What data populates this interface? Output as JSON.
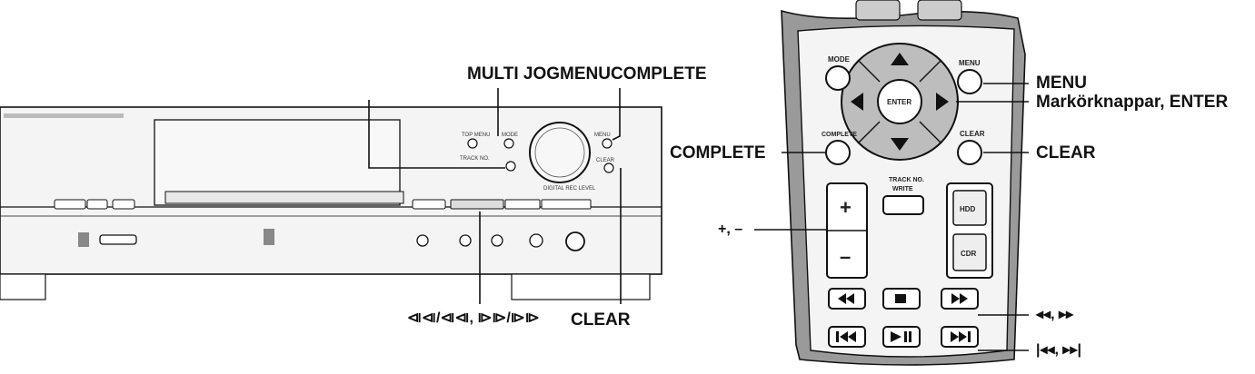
{
  "colors": {
    "ink": "#111111",
    "panel": "#f4f4f4",
    "shade": "#9a9a9a",
    "key": "#dcdcdc"
  },
  "recorder": {
    "callouts": {
      "multi_jog": "MULTI JOG",
      "menu_complete": "MENUCOMPLETE",
      "skip_search": "⧏⧏/⧏⧏, ⧐⧐/⧐⧐",
      "clear": "CLEAR"
    }
  },
  "remote": {
    "buttons": {
      "mode": "MODE",
      "menu": "MENU",
      "enter": "ENTER",
      "complete": "COMPLETE",
      "clear": "CLEAR",
      "track_no_write": [
        "TRACK NO.",
        "WRITE"
      ],
      "plus": "+",
      "minus": "–",
      "hdd": "HDD",
      "cdr": "CDR"
    },
    "callouts": {
      "menu": "MENU",
      "cursor_enter": "Markörknappar, ENTER",
      "complete": "COMPLETE",
      "clear": "CLEAR",
      "plus_minus": "+, –",
      "rew_ff": "◂◂, ▸▸",
      "prev_next": "|◂◂, ▸▸|"
    }
  }
}
